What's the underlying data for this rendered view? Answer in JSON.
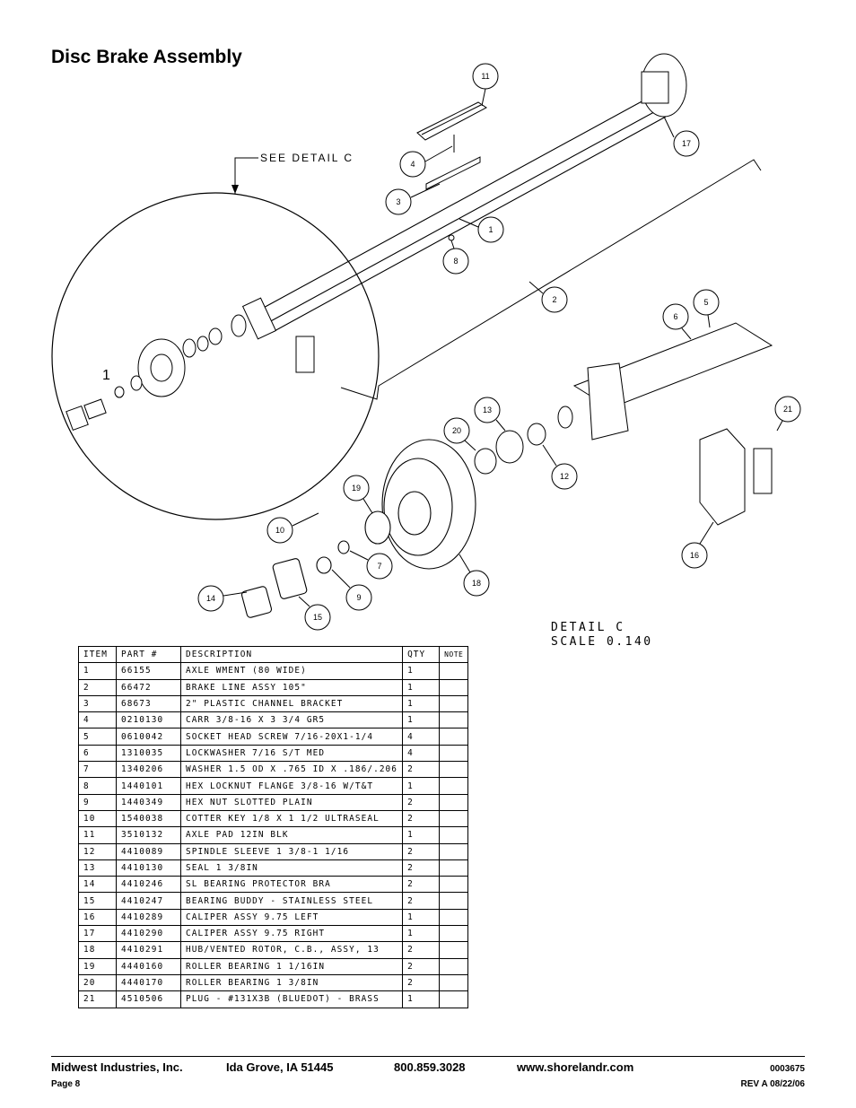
{
  "title": "Disc Brake Assembly",
  "diagram": {
    "see_detail": "SEE DETAIL  C",
    "side_label": "1",
    "detail_line1": "DETAIL  C",
    "detail_line2": "SCALE  0.140",
    "callouts": [
      "11",
      "17",
      "4",
      "3",
      "1",
      "8",
      "2",
      "6",
      "5",
      "13",
      "20",
      "12",
      "21",
      "19",
      "10",
      "7",
      "18",
      "16",
      "14",
      "9",
      "15"
    ]
  },
  "table": {
    "headers": [
      "ITEM",
      "PART #",
      "DESCRIPTION",
      "QTY",
      "NOTE"
    ],
    "rows": [
      [
        "1",
        "66155",
        "AXLE WMENT (80 WIDE)",
        "1",
        ""
      ],
      [
        "2",
        "66472",
        "BRAKE LINE ASSY 105\"",
        "1",
        ""
      ],
      [
        "3",
        "68673",
        "2\" PLASTIC CHANNEL BRACKET",
        "1",
        ""
      ],
      [
        "4",
        "0210130",
        "CARR 3/8-16 X 3 3/4 GR5",
        "1",
        ""
      ],
      [
        "5",
        "0610042",
        "SOCKET HEAD SCREW 7/16-20X1-1/4",
        "4",
        ""
      ],
      [
        "6",
        "1310035",
        "LOCKWASHER 7/16 S/T MED",
        "4",
        ""
      ],
      [
        "7",
        "1340206",
        "WASHER 1.5 OD X .765 ID X .186/.206",
        "2",
        ""
      ],
      [
        "8",
        "1440101",
        "HEX LOCKNUT FLANGE 3/8-16 W/T&T",
        "1",
        ""
      ],
      [
        "9",
        "1440349",
        "HEX NUT SLOTTED PLAIN",
        "2",
        ""
      ],
      [
        "10",
        "1540038",
        "COTTER KEY 1/8 X 1 1/2 ULTRASEAL",
        "2",
        ""
      ],
      [
        "11",
        "3510132",
        "AXLE PAD 12IN  BLK",
        "1",
        ""
      ],
      [
        "12",
        "4410089",
        "SPINDLE SLEEVE  1 3/8-1 1/16",
        "2",
        ""
      ],
      [
        "13",
        "4410130",
        "SEAL  1 3/8IN",
        "2",
        ""
      ],
      [
        "14",
        "4410246",
        "SL BEARING PROTECTOR BRA",
        "2",
        ""
      ],
      [
        "15",
        "4410247",
        "BEARING BUDDY - STAINLESS STEEL",
        "2",
        ""
      ],
      [
        "16",
        "4410289",
        "CALIPER ASSY 9.75 LEFT",
        "1",
        ""
      ],
      [
        "17",
        "4410290",
        "CALIPER ASSY 9.75 RIGHT",
        "1",
        ""
      ],
      [
        "18",
        "4410291",
        "HUB/VENTED ROTOR, C.B., ASSY, 13",
        "2",
        ""
      ],
      [
        "19",
        "4440160",
        "ROLLER BEARING   1 1/16IN",
        "2",
        ""
      ],
      [
        "20",
        "4440170",
        "ROLLER BEARING   1 3/8IN",
        "2",
        ""
      ],
      [
        "21",
        "4510506",
        "PLUG - #131X3B (BLUEDOT) - BRASS",
        "1",
        ""
      ]
    ]
  },
  "footer": {
    "company": "Midwest Industries, Inc.",
    "city": "Ida Grove, IA  51445",
    "phone": "800.859.3028",
    "website": "www.shorelandr.com",
    "doc_number": "0003675",
    "page": "Page 8",
    "revision": "REV A  08/22/06"
  }
}
